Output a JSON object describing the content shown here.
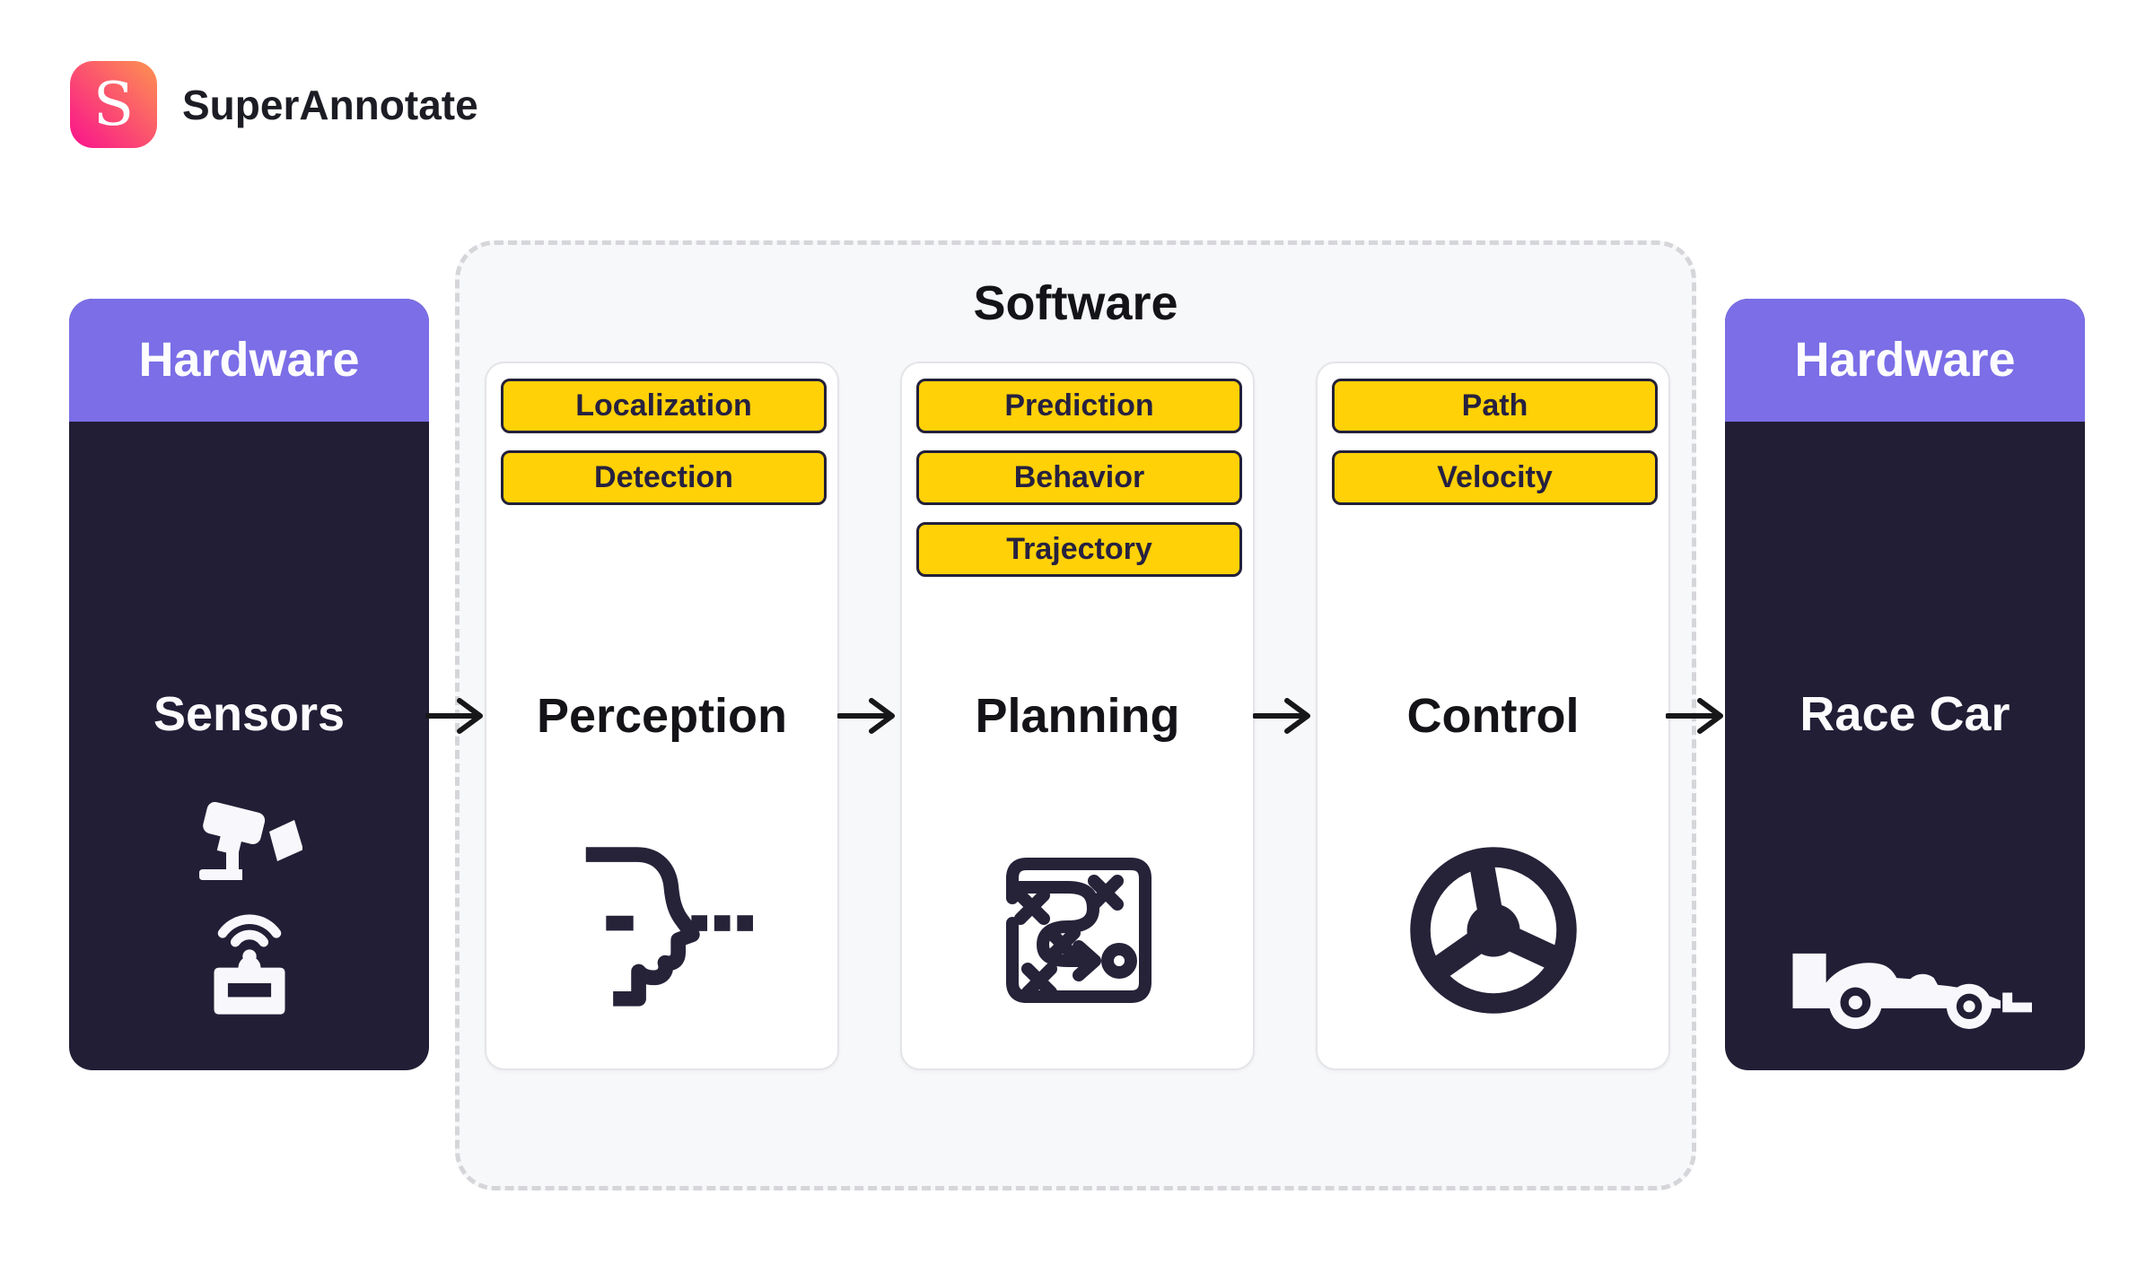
{
  "brand": {
    "name": "SuperAnnotate",
    "monogram": "S"
  },
  "theme": {
    "purple": "#7b6ee7",
    "navy": "#221e36",
    "yellow": "#ffd106",
    "tag_border": "#23203a",
    "tag_text": "#262140",
    "card_border": "#e4e4e9",
    "container_bg": "#f7f8fa",
    "dash_border": "#d6d6da",
    "arrow": "#17171a",
    "text_dark": "#141418",
    "text_light": "#fcfcfe",
    "icon_dark": "#262238",
    "icon_light": "#f8f8fc",
    "logo_gradient_start": "#fd9350",
    "logo_gradient_end": "#f9118d"
  },
  "hardware_left": {
    "header": "Hardware",
    "label": "Sensors",
    "icons": [
      "cctv-camera-icon",
      "radar-sensor-icon"
    ]
  },
  "software": {
    "title": "Software",
    "cards": [
      {
        "label": "Perception",
        "tags": [
          "Localization",
          "Detection"
        ],
        "icon": "face-scan-icon"
      },
      {
        "label": "Planning",
        "tags": [
          "Prediction",
          "Behavior",
          "Trajectory"
        ],
        "icon": "strategy-plan-icon"
      },
      {
        "label": "Control",
        "tags": [
          "Path",
          "Velocity"
        ],
        "icon": "steering-wheel-icon"
      }
    ]
  },
  "hardware_right": {
    "header": "Hardware",
    "label": "Race Car",
    "icons": [
      "race-car-icon"
    ]
  },
  "flow_arrows": [
    "sensors-to-perception",
    "perception-to-planning",
    "planning-to-control",
    "control-to-race-car"
  ]
}
